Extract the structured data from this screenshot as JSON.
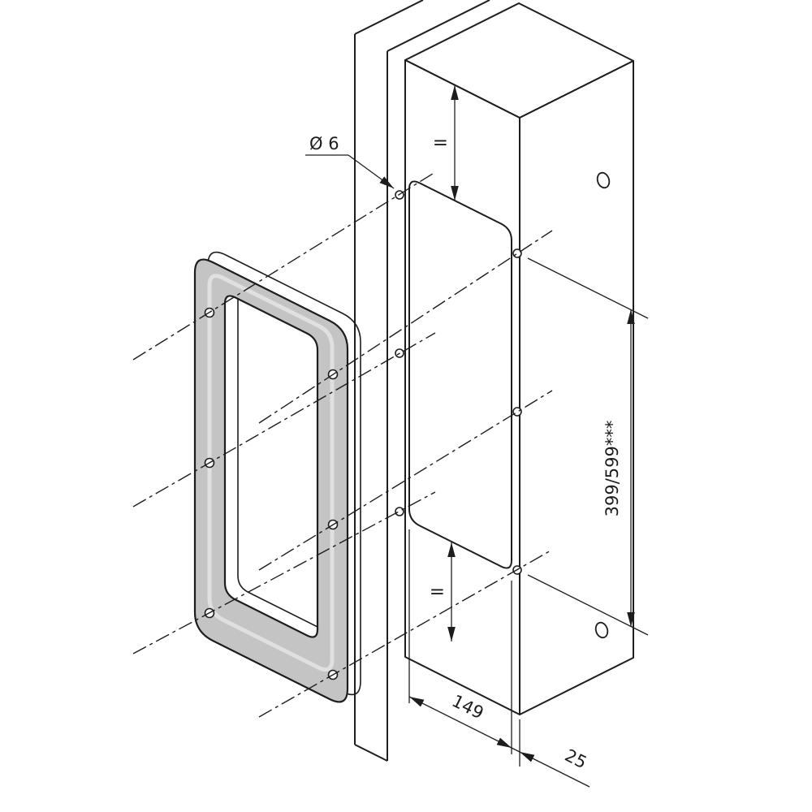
{
  "drawing": {
    "labels": {
      "hole_diameter": "Ø 6",
      "equal_top": "=",
      "equal_bottom": "=",
      "height_dim": "399/599***",
      "width_dim": "149",
      "edge_offset_dim": "25"
    },
    "colors": {
      "line": "#1d1d1d",
      "frame_fill": "#c4c4c4",
      "frame_highlight": "#e0e0e0",
      "background": "#ffffff"
    }
  }
}
